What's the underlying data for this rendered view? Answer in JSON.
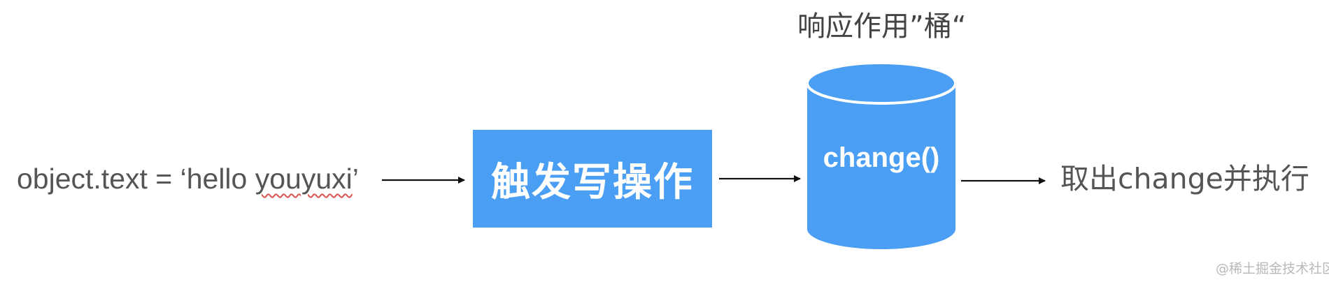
{
  "diagram": {
    "assignment": {
      "prefix": "object.text = ‘hello ",
      "misspelled_word": "youyuxi",
      "suffix": "’"
    },
    "action_box": {
      "label": "触发写操作",
      "color": "#4a9ff5"
    },
    "bucket": {
      "title": "响应作用”桶“",
      "content": "change()",
      "color": "#4a9ff5"
    },
    "result": {
      "label": "取出change并执行"
    },
    "watermark": "@稀土掘金技术社区",
    "colors": {
      "arrow": "#111111",
      "text": "#555555",
      "spellcheck_underline": "#d9534f"
    }
  }
}
